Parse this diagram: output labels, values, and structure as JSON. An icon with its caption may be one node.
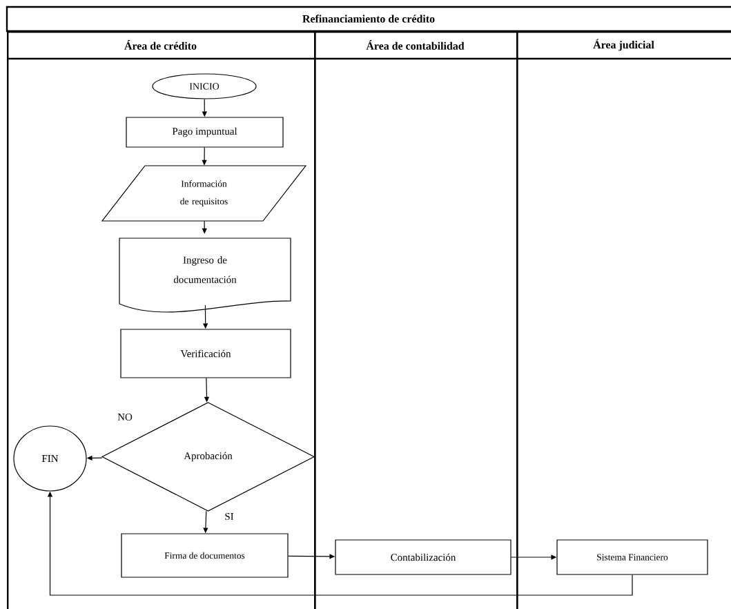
{
  "diagram": {
    "title": "Refinanciamiento de crédito",
    "nodes": [
      {
        "text": [
          "Área de crédito"
        ]
      },
      {
        "text": [
          "Área de contabilidad"
        ]
      },
      {
        "text": [
          "Área judicial"
        ]
      },
      {
        "text": [
          "INICIO"
        ],
        "in": 0
      },
      {
        "text": [
          "Pago impuntual"
        ],
        "in": 0
      },
      {
        "text": [
          "Información de requisitos"
        ],
        "in": 0
      },
      {
        "text": [
          "Ingreso de documentación"
        ],
        "in": 0
      },
      {
        "text": [
          "Verificación"
        ],
        "in": 0
      },
      {
        "text": [
          "Aprobación"
        ],
        "in": 0
      },
      {
        "text": [
          "FIN"
        ],
        "in": 0
      },
      {
        "text": [
          "Firma de documentos"
        ],
        "in": 0
      },
      {
        "text": [
          "Contabilización"
        ],
        "in": 1
      },
      {
        "text": [
          "Sistema Financiero"
        ],
        "in": 2
      }
    ],
    "edges": [
      {
        "from": 3,
        "to": 4,
        "arrow": "to"
      },
      {
        "from": 4,
        "to": 5,
        "arrow": "to"
      },
      {
        "from": 5,
        "to": 6,
        "arrow": "to"
      },
      {
        "from": 6,
        "to": 7,
        "arrow": "to"
      },
      {
        "from": 7,
        "to": 8,
        "arrow": "to"
      },
      {
        "from": 8,
        "to": 9,
        "arrow": "to",
        "label": "NO"
      },
      {
        "from": 8,
        "to": 10,
        "arrow": "to",
        "label": "SI"
      },
      {
        "from": 10,
        "to": 11,
        "arrow": "to"
      },
      {
        "from": 11,
        "to": 12,
        "arrow": "to"
      },
      {
        "from": 12,
        "to": 9,
        "arrow": "to"
      }
    ]
  }
}
